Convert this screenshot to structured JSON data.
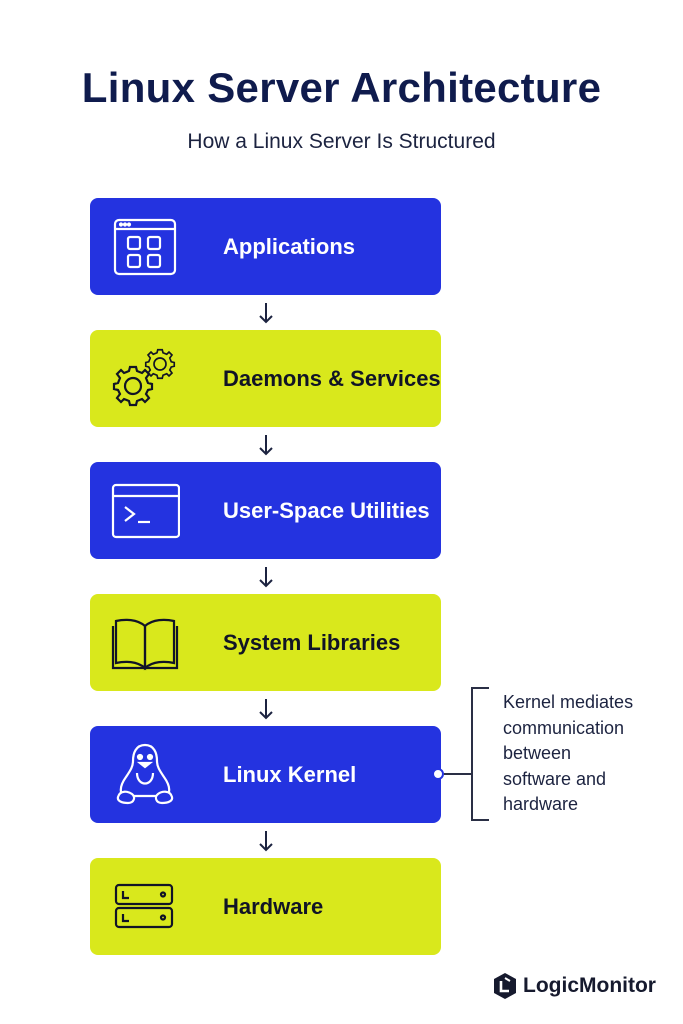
{
  "title": "Linux Server Architecture",
  "subtitle": "How a Linux Server Is Structured",
  "layers": [
    {
      "label": "Applications",
      "color": "#2433e0",
      "icon": "app-grid-icon"
    },
    {
      "label": "Daemons & Services",
      "color": "#d9e81c",
      "icon": "gears-icon"
    },
    {
      "label": "User-Space Utilities",
      "color": "#2433e0",
      "icon": "terminal-icon"
    },
    {
      "label": "System Libraries",
      "color": "#d9e81c",
      "icon": "book-icon"
    },
    {
      "label": "Linux Kernel",
      "color": "#2433e0",
      "icon": "penguin-icon"
    },
    {
      "label": "Hardware",
      "color": "#d9e81c",
      "icon": "server-icon"
    }
  ],
  "annotation": {
    "lines": [
      "Kernel mediates",
      "communication",
      "between",
      "software and",
      "hardware"
    ]
  },
  "brand": {
    "name": "LogicMonitor",
    "icon": "logicmonitor-logo-icon"
  }
}
